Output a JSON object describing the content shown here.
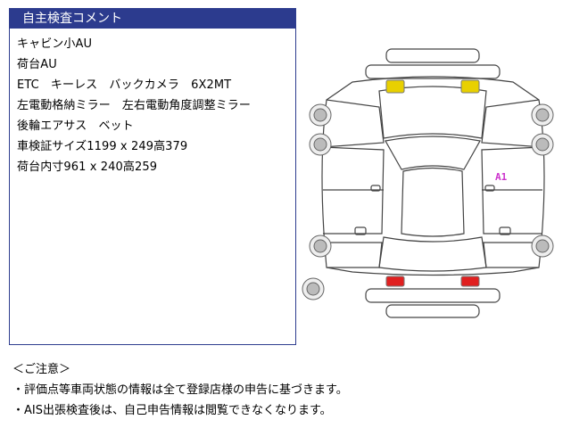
{
  "comment": {
    "title": "自主検査コメント",
    "lines": [
      "キャビン小AU",
      "荷台AU",
      "ETC　キーレス　バックカメラ　6X2MT",
      "左電動格納ミラー　左右電動角度調整ミラー",
      "後輪エアサス　ベット",
      "車検証サイズ1199 x 249高379",
      "荷台内寸961 x 240高259"
    ]
  },
  "diagram": {
    "marker_label": "A1",
    "marker_color": "#cc33cc",
    "front_light_color": "#e8d000",
    "rear_light_color": "#e02020"
  },
  "notes": {
    "heading": "＜ご注意＞",
    "items": [
      "・評価点等車両状態の情報は全て登録店様の申告に基づきます。",
      "・AIS出張検査後は、自己申告情報は閲覧できなくなります。"
    ]
  }
}
